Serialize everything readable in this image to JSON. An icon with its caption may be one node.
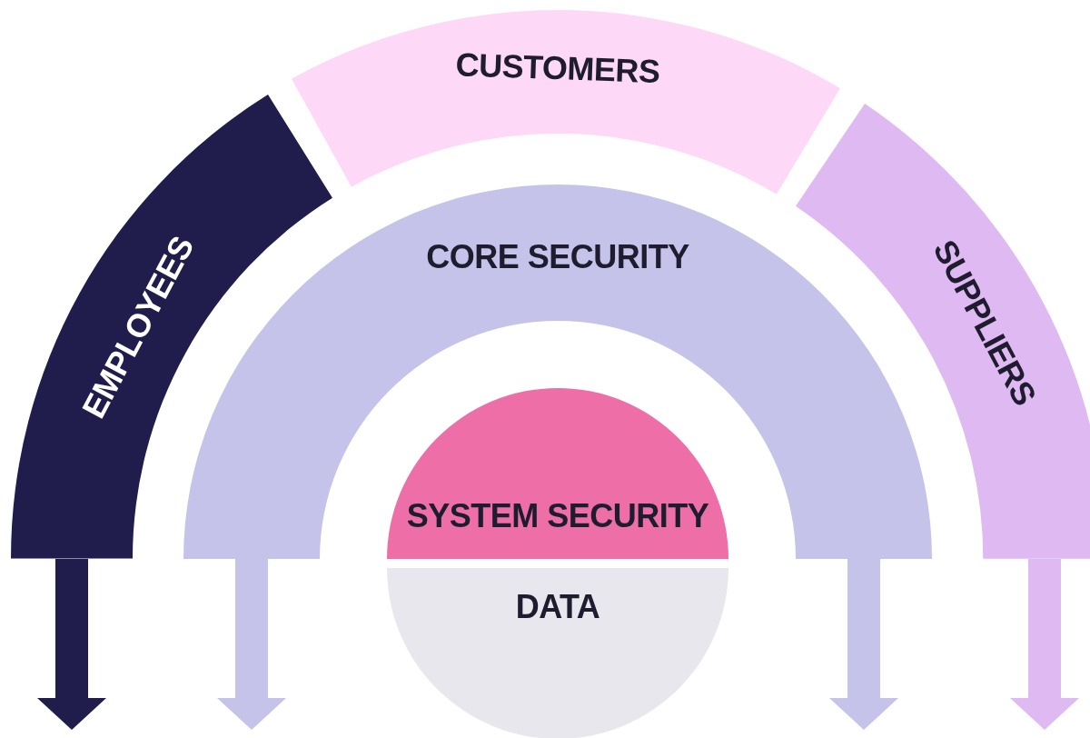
{
  "diagram": {
    "nodes": [
      {
        "text": [
          "CUSTOMERS"
        ]
      },
      {
        "text": [
          "EMPLOYEES"
        ]
      },
      {
        "text": [
          "SUPPLIERS"
        ]
      },
      {
        "text": [
          "CORE SECURITY"
        ]
      },
      {
        "text": [
          "SYSTEM SECURITY"
        ]
      },
      {
        "text": [
          "DATA"
        ]
      }
    ],
    "edges": [
      {
        "from": 1,
        "to": null,
        "arrow": "to",
        "color": "#201c4c"
      },
      {
        "from": 3,
        "to": null,
        "arrow": "to"
      },
      {
        "from": 3,
        "to": null,
        "arrow": "to"
      },
      {
        "from": 2,
        "to": null,
        "arrow": "to",
        "color": "#dfb9f1"
      }
    ]
  }
}
